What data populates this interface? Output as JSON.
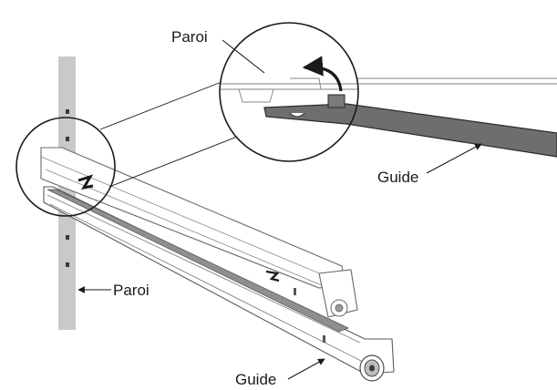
{
  "labels": {
    "wall_callout": "Paroi",
    "wall_main": "Paroi",
    "guide_callout": "Guide",
    "guide_main": "Guide"
  }
}
